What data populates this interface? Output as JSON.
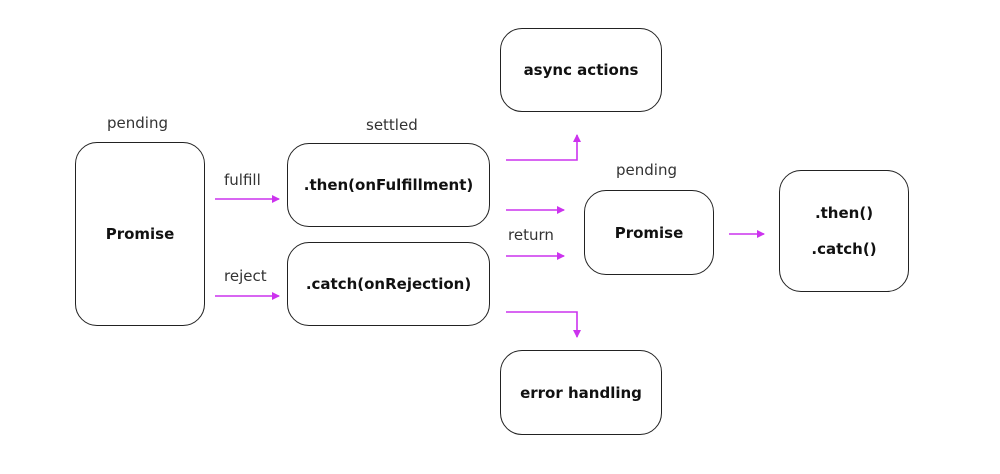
{
  "labels": {
    "pending_left": "pending",
    "settled": "settled",
    "fulfill": "fulfill",
    "reject": "reject",
    "return": "return",
    "pending_right": "pending"
  },
  "boxes": {
    "promise_left": "Promise",
    "then": ".then(onFulfillment)",
    "catch": ".catch(onRejection)",
    "async_actions": "async actions",
    "error_handling": "error handling",
    "promise_right": "Promise",
    "then_short": ".then()",
    "catch_short": ".catch()"
  },
  "colors": {
    "arrow": "#cc33ee",
    "border": "#222222"
  }
}
